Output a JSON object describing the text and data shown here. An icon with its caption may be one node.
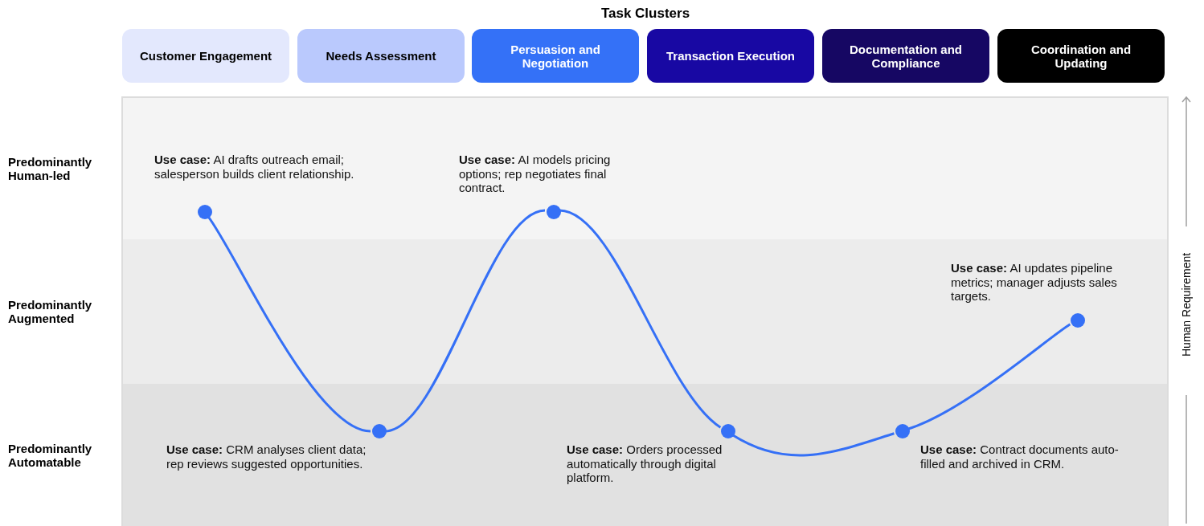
{
  "diagram": {
    "title": "Task Clusters",
    "nodes": [
      {
        "text": [
          "Customer Engagement"
        ]
      },
      {
        "text": [
          "Needs Assessment"
        ]
      },
      {
        "text": [
          "Persuasion and Negotiation"
        ]
      },
      {
        "text": [
          "Transaction Execution"
        ]
      },
      {
        "text": [
          "Documentation and Compliance"
        ]
      },
      {
        "text": [
          "Coordination and Updating"
        ]
      },
      {
        "text": [
          "Predominantly Human-led"
        ]
      },
      {
        "text": [
          "Predominantly Augmented"
        ]
      },
      {
        "text": [
          "Predominantly Automatable"
        ]
      },
      {
        "text": [],
        "shape": "circle",
        "in": 6,
        "beside": [
          "**Use case:** AI drafts outreach email; salesperson builds client relationship."
        ]
      },
      {
        "text": [],
        "shape": "circle",
        "in": 8,
        "beside": [
          "**Use case:** CRM analyses client data; rep reviews suggested opportunities."
        ]
      },
      {
        "text": [],
        "shape": "circle",
        "in": 6,
        "beside": [
          "**Use case:** AI models pricing options; rep negotiates final contract."
        ]
      },
      {
        "text": [],
        "shape": "circle",
        "in": 8,
        "beside": [
          "**Use case:** Orders processed automatically through digital platform."
        ]
      },
      {
        "text": [],
        "shape": "circle",
        "in": 8,
        "beside": [
          "**Use case:** Contract documents auto-filled and archived in CRM."
        ]
      },
      {
        "text": [],
        "shape": "circle",
        "in": 7,
        "beside": [
          "**Use case:** AI updates pipeline metrics; manager adjusts sales targets."
        ]
      }
    ],
    "edges": [
      {
        "from": 9,
        "to": 10,
        "arrow": "none"
      },
      {
        "from": 10,
        "to": 11,
        "arrow": "none"
      },
      {
        "from": 11,
        "to": 12,
        "arrow": "none"
      },
      {
        "from": 12,
        "to": 13,
        "arrow": "none"
      },
      {
        "from": 13,
        "to": 14,
        "arrow": "none"
      }
    ],
    "labels": [
      "Human Requirement"
    ]
  }
}
